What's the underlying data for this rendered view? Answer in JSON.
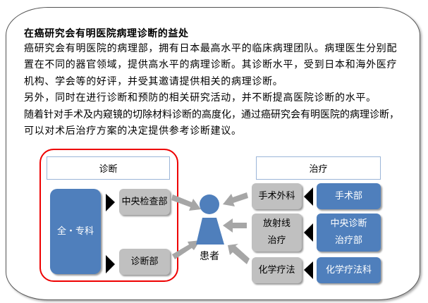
{
  "title": "在癌研究会有明医院病理诊断的益处",
  "paragraph_lines": [
    "癌研究会有明医院的病理部，拥有日本最高水平的临床病理团队。病理医生分别配",
    "置在不同的器官领域，提供高水平的病理诊断。其诊断水平，受到日本和海外医疗",
    "机构、学会等的好评，并受其邀请提供相关的病理诊断。",
    "另外，同时在进行诊断和预防的相关研究活动，并不断提高医院诊断的水平。",
    "随着针对手术及内窥镜的切除材料诊断的高度化，通过癌研究会有明医院的病理诊断，",
    "可以对术后治疗方案的决定提供参考诊断建议。"
  ],
  "diagram": {
    "diagnosis": {
      "header": "诊断",
      "source": "全・专科",
      "departments": [
        "中央检查部",
        "诊断部"
      ]
    },
    "patient": "患者",
    "treatment": {
      "header": "治疗",
      "items": [
        {
          "treatment": "手术外科",
          "department": "手术部"
        },
        {
          "treatment_line1": "放射线",
          "treatment_line2": "治疗",
          "department_line1": "中央诊断",
          "department_line2": "治疗部"
        },
        {
          "treatment": "化学疗法",
          "department": "化学疗法科"
        }
      ]
    },
    "colors": {
      "blue": "#4f7fbc",
      "grey": "#c0c0c0",
      "red": "#e00000",
      "arrow": "#a6a6a6"
    }
  }
}
